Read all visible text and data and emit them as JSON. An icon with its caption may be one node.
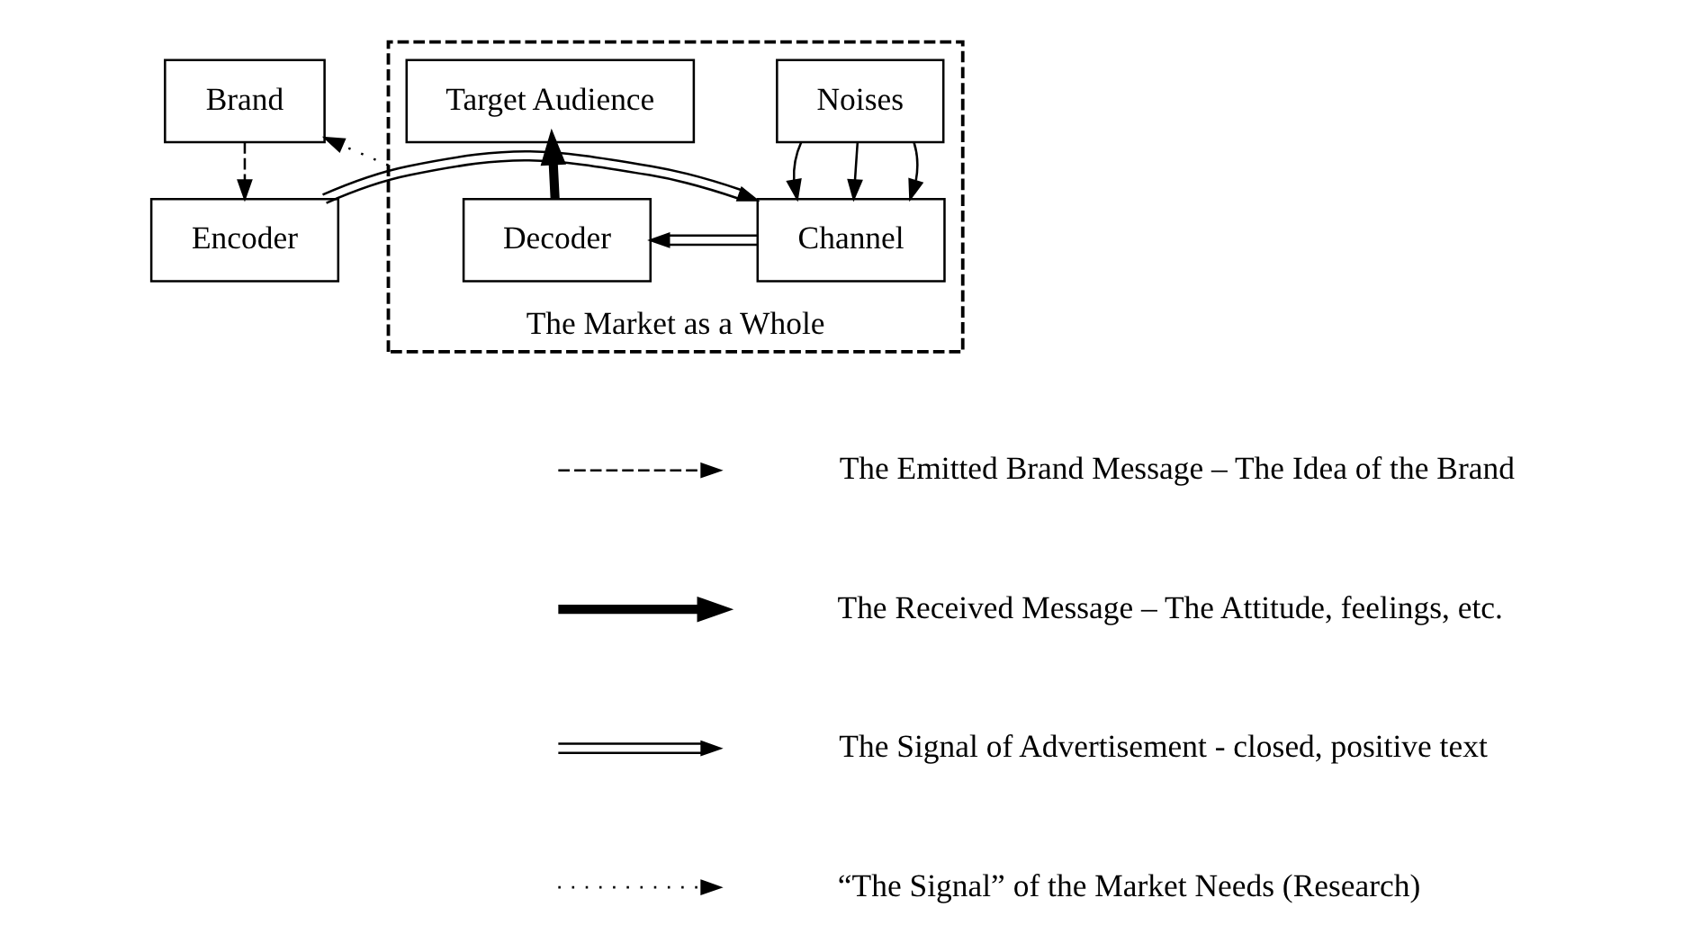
{
  "diagram": {
    "nodes": [
      {
        "text": [
          "Brand"
        ]
      },
      {
        "text": [
          "Encoder"
        ]
      },
      {
        "text": [
          "The Market as a Whole"
        ]
      },
      {
        "text": [
          "Noises"
        ],
        "in": 2
      },
      {
        "text": [
          "Channel"
        ],
        "in": 2
      },
      {
        "text": [
          "Target Audience"
        ],
        "in": 2
      },
      {
        "text": [
          "Decoder"
        ],
        "in": 2
      }
    ],
    "edges": [
      {
        "from": 2,
        "to": 0,
        "arrow": "to",
        "style": "dashed"
      },
      {
        "from": 0,
        "to": 1,
        "arrow": "to",
        "style": "dashed"
      },
      {
        "from": 3,
        "to": 4,
        "arrow": "to"
      },
      {
        "from": 3,
        "to": 4,
        "arrow": "to"
      },
      {
        "from": 3,
        "to": 4,
        "arrow": "to"
      },
      {
        "from": 1,
        "to": 4,
        "arrow": "to"
      },
      {
        "from": 4,
        "to": 6,
        "arrow": "to"
      },
      {
        "from": 6,
        "to": 5,
        "arrow": "to",
        "style": "thick"
      }
    ],
    "legend": [
      {
        "text": "The Emitted Brand Message – The Idea of the Brand"
      },
      {
        "text": "The Received Message – The Attitude, feelings, etc."
      },
      {
        "text": "The Signal of Advertisement - closed, positive text"
      },
      {
        "text": "“The Signal” of the Market Needs (Research)"
      }
    ]
  }
}
